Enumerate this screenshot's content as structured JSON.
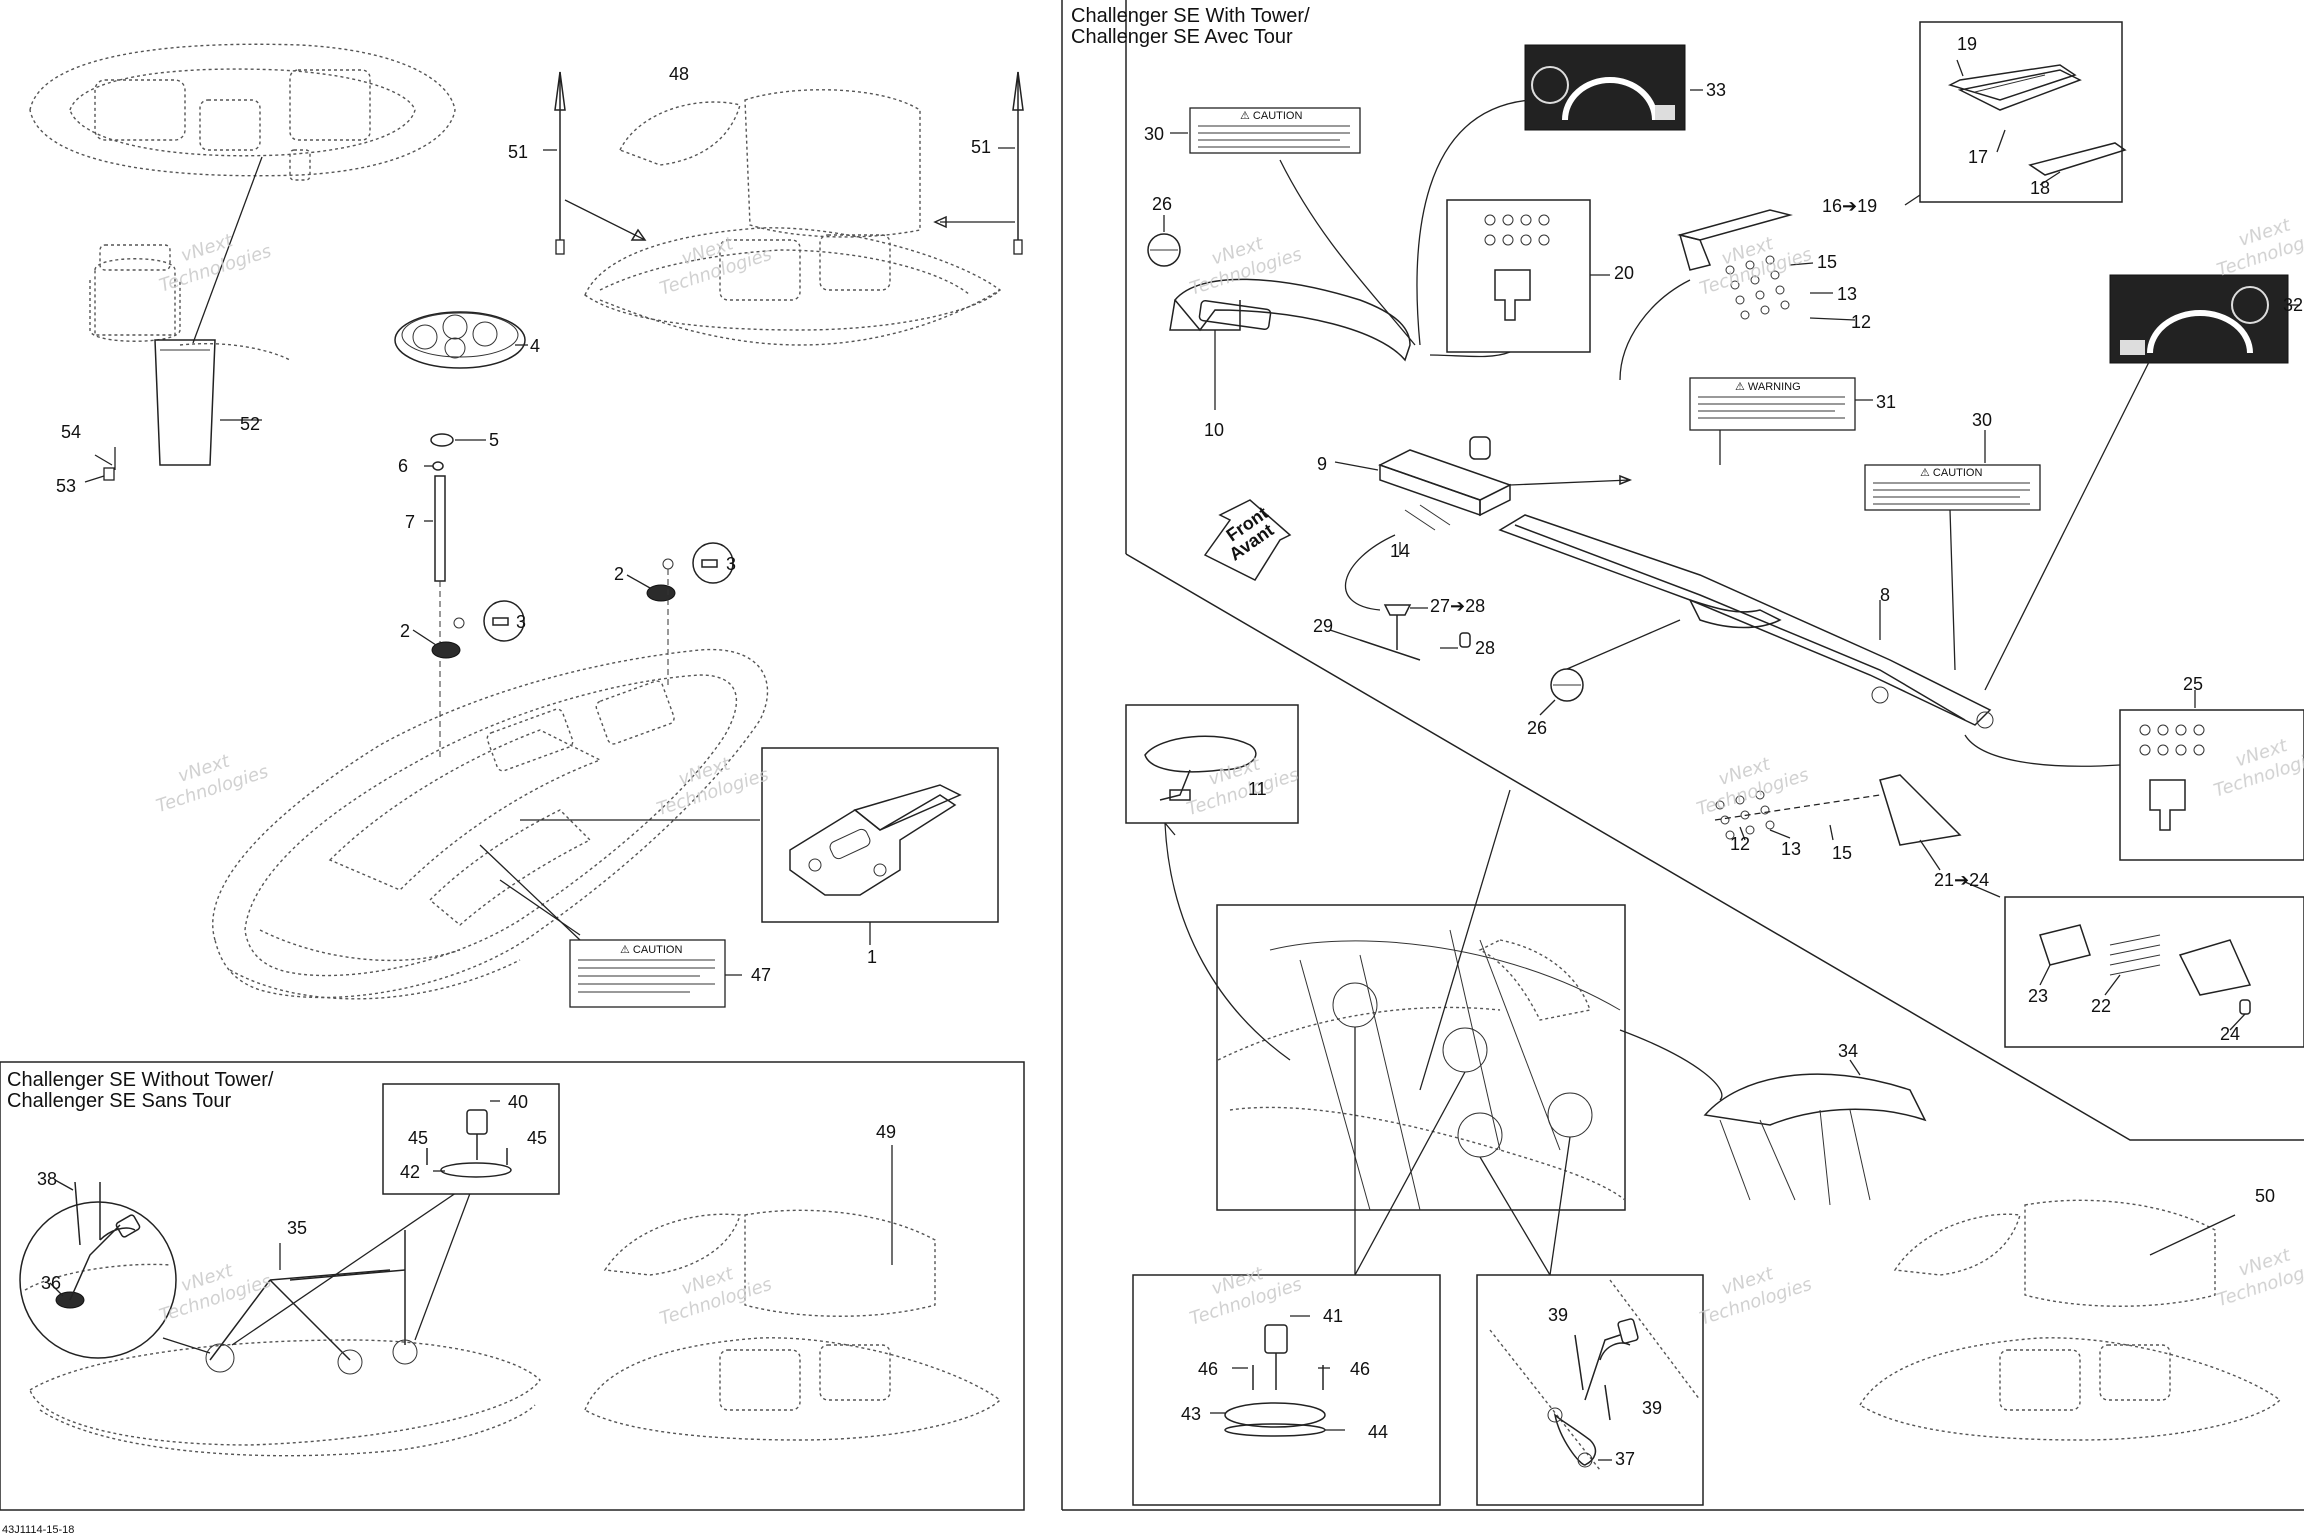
{
  "sections": {
    "with_tower": [
      "Challenger SE With Tower/",
      "Challenger SE Avec Tour"
    ],
    "without_tower": [
      "Challenger SE Without Tower/",
      "Challenger SE Sans Tour"
    ]
  },
  "part_code": "43J1114-15-18",
  "front_arrow": [
    "Front",
    "Avant"
  ],
  "label_titles": {
    "caution": "⚠ CAUTION",
    "warning": "⚠ WARNING"
  },
  "watermark": [
    "vNext",
    "Technologies"
  ],
  "callouts": {
    "c1": "1",
    "c2a": "2",
    "c2b": "2",
    "c3a": "3",
    "c3b": "3",
    "c4": "4",
    "c5": "5",
    "c6": "6",
    "c7": "7",
    "c8": "8",
    "c9": "9",
    "c10": "10",
    "c11": "11",
    "c12a": "12",
    "c12b": "12",
    "c13a": "13",
    "c13b": "13",
    "c14": "14",
    "c15a": "15",
    "c15b": "15",
    "c16": "16➔19",
    "c17": "17",
    "c18": "18",
    "c19": "19",
    "c20": "20",
    "c21": "21➔24",
    "c22": "22",
    "c23": "23",
    "c24": "24",
    "c25": "25",
    "c26a": "26",
    "c26b": "26",
    "c27": "27➔28",
    "c28": "28",
    "c29": "29",
    "c30a": "30",
    "c30b": "30",
    "c31": "31",
    "c32": "32",
    "c33": "33",
    "c34": "34",
    "c35": "35",
    "c36": "36",
    "c37": "37",
    "c38": "38",
    "c39a": "39",
    "c39b": "39",
    "c40": "40",
    "c41": "41",
    "c42": "42",
    "c43": "43",
    "c44": "44",
    "c45a": "45",
    "c45b": "45",
    "c46a": "46",
    "c46b": "46",
    "c47": "47",
    "c48": "48",
    "c49": "49",
    "c50": "50",
    "c51a": "51",
    "c51b": "51",
    "c52": "52",
    "c53": "53",
    "c54": "54"
  }
}
